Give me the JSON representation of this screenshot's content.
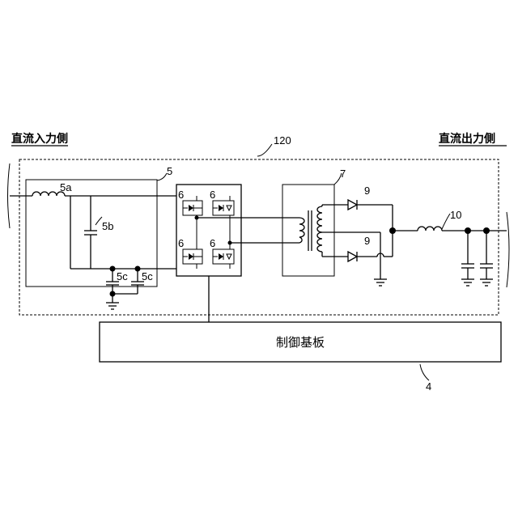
{
  "labels": {
    "input_side": "直流入力側",
    "output_side": "直流出力側",
    "converter": "120",
    "filter": "5",
    "inductor_in": "5a",
    "capacitor_b": "5b",
    "capacitor_c1": "5c",
    "capacitor_c2": "5c",
    "switch_tl": "6",
    "switch_tr": "6",
    "switch_bl": "6",
    "switch_br": "6",
    "transformer": "7",
    "diode_top": "9",
    "diode_bottom": "9",
    "inductor_out": "10",
    "control_board": "制御基板",
    "control_board_ref": "4"
  }
}
